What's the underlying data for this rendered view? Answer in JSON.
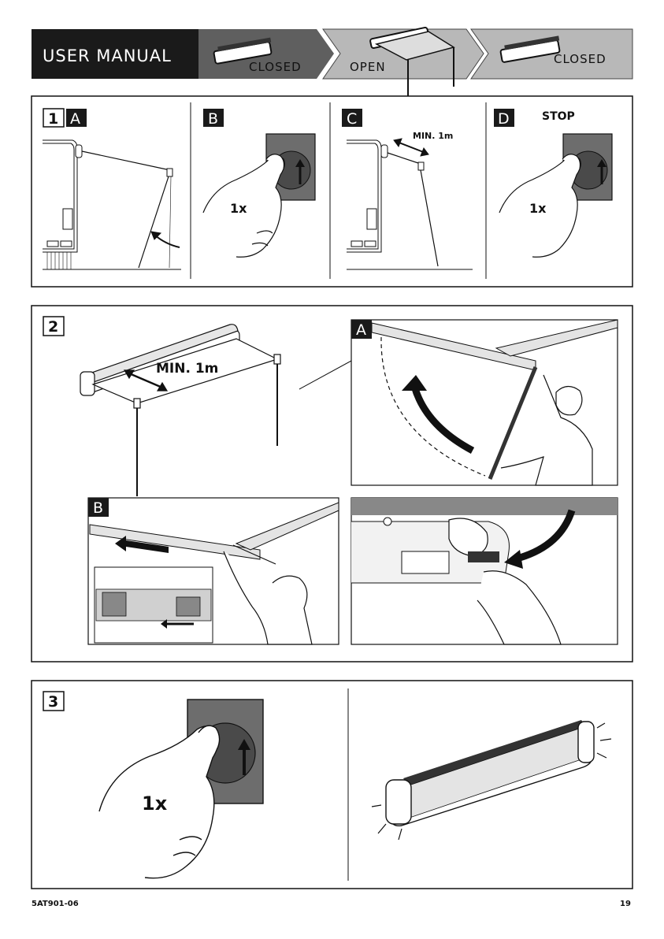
{
  "header": {
    "title": "USER MANUAL",
    "states": [
      {
        "label": "CLOSED"
      },
      {
        "label": "OPEN"
      },
      {
        "label": "CLOSED"
      }
    ]
  },
  "step1": {
    "number": "1",
    "panels": [
      {
        "letter": "A"
      },
      {
        "letter": "B",
        "count": "1x"
      },
      {
        "letter": "C",
        "note": "MIN. 1m"
      },
      {
        "letter": "D",
        "note": "STOP",
        "count": "1x"
      }
    ]
  },
  "step2": {
    "number": "2",
    "note": "MIN. 1m",
    "detail_a": "A",
    "detail_b": "B"
  },
  "step3": {
    "number": "3",
    "count": "1x"
  },
  "footer": {
    "doc_code": "5AT901-06",
    "page": "19"
  },
  "colors": {
    "dark": "#1a1a1a",
    "mid_gray": "#5f5f5f",
    "light_gray": "#b8b8b8",
    "switch_plate": "#6d6d6d"
  }
}
